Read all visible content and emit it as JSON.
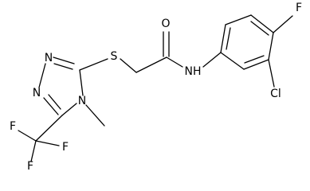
{
  "molecule": {
    "atoms": [
      {
        "id": "S",
        "label": "S"
      },
      {
        "id": "O",
        "label": "O"
      },
      {
        "id": "NH",
        "label": "NH"
      },
      {
        "id": "N1",
        "label": "N"
      },
      {
        "id": "N2",
        "label": "N"
      },
      {
        "id": "N4",
        "label": "N"
      },
      {
        "id": "Cl",
        "label": "Cl"
      },
      {
        "id": "F1",
        "label": "F"
      },
      {
        "id": "F2",
        "label": "F"
      },
      {
        "id": "F3",
        "label": "F"
      },
      {
        "id": "F4",
        "label": "F"
      }
    ]
  }
}
